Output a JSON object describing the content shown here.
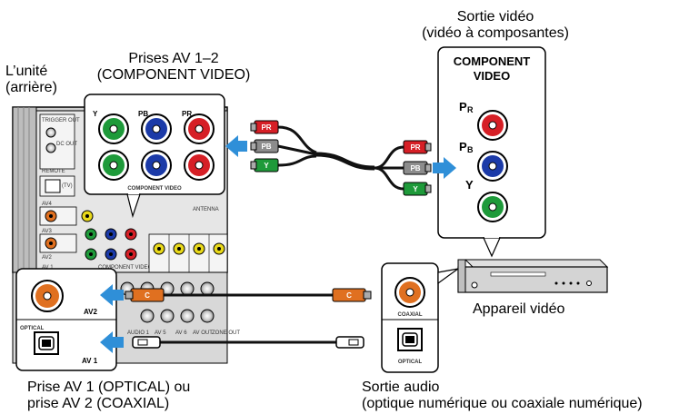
{
  "labels": {
    "unit_line1": "L’unité",
    "unit_line2": "(arrière)",
    "prises_line1": "Prises AV 1–2",
    "prises_line2": "(COMPONENT VIDEO)",
    "sortie_video_line1": "Sortie vidéo",
    "sortie_video_line2": "(vidéo à composantes)",
    "appareil": "Appareil vidéo",
    "prise_bottom_line1": "Prise AV 1 (OPTICAL) ou",
    "prise_bottom_line2": "prise AV 2 (COAXIAL)",
    "sortie_audio_line1": "Sortie audio",
    "sortie_audio_line2": "(optique numérique ou coaxiale numérique)"
  },
  "jack_labels": {
    "Y": "Y",
    "PB": "PB",
    "PR": "PR",
    "component_video": "COMPONENT VIDEO",
    "component": "COMPONENT",
    "video": "VIDEO",
    "P": "P",
    "R": "R",
    "B": "B",
    "av2": "AV2",
    "av1": "AV 1",
    "optical": "OPTICAL",
    "coaxial": "COAXIAL",
    "C": "C",
    "antenna": "ANTENNA",
    "dc_out": "DC OUT",
    "remote": "REMOTE",
    "trigger_out": "TRIGGER OUT",
    "tv": "(TV)",
    "av4": "AV4",
    "av3": "AV3",
    "av2_small": "AV2",
    "av1_small": "AV 1",
    "audio1": "AUDIO 1",
    "av5": "AV 5",
    "av6": "AV 6",
    "av_out": "AV OUT",
    "zone_out": "ZONE OUT"
  },
  "colors": {
    "green": "#1e9a3a",
    "blue": "#1b3aa8",
    "red": "#d61f26",
    "gray": "#8c8c8c",
    "arrow": "#2f8fd8",
    "orange": "#e07020",
    "cable": "#111111"
  }
}
